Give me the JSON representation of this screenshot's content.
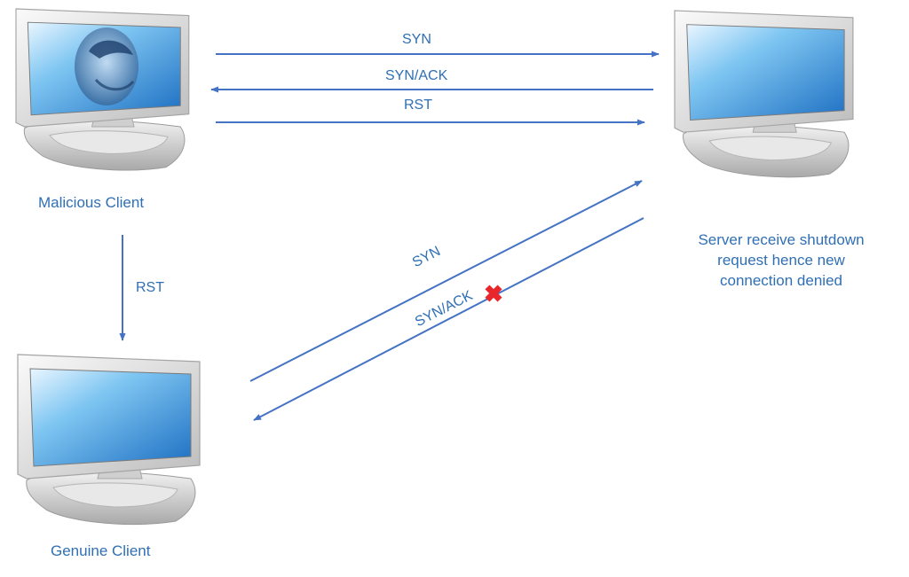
{
  "nodes": {
    "malicious_client": {
      "label": "Malicious Client"
    },
    "genuine_client": {
      "label": "Genuine Client"
    },
    "server": {
      "caption_lines": [
        "Server receive shutdown",
        "request hence new",
        "connection denied"
      ]
    }
  },
  "messages": {
    "mal_syn": "SYN",
    "mal_synack": "SYN/ACK",
    "mal_rst": "RST",
    "client_rst": "RST",
    "gen_syn": "SYN",
    "gen_synack": "SYN/ACK"
  },
  "colors": {
    "arrow": "#4472c4",
    "text": "#2f6fb5",
    "blocked_marker": "#e8262b"
  }
}
